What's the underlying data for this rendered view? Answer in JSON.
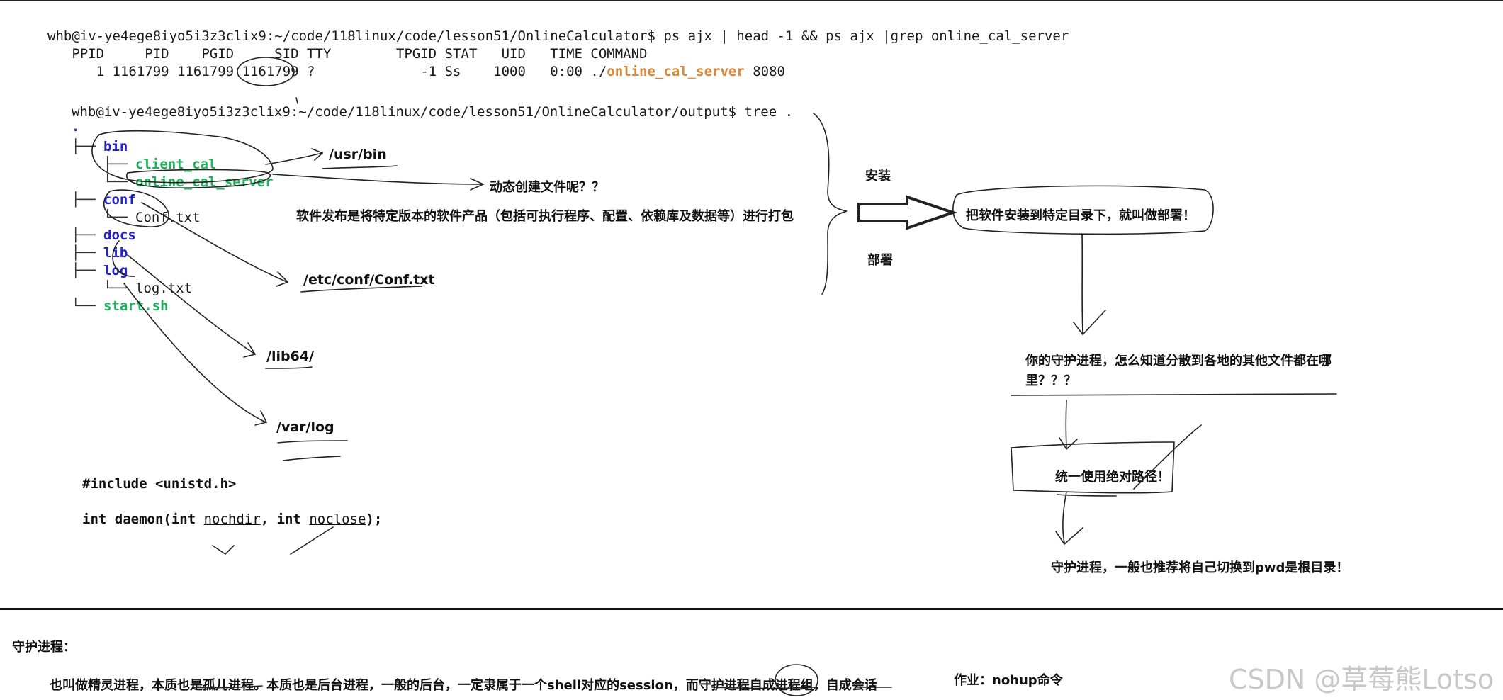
{
  "terminal": {
    "cmd1": "whb@iv-ye4ege8iyo5i3z3clix9:~/code/118linux/code/lesson51/OnlineCalculator$ ps ajx | head -1 && ps ajx |grep online_cal_server",
    "header": "   PPID     PID    PGID     SID TTY        TPGID STAT   UID   TIME COMMAND",
    "row_prefix": "      1 1161799 1161799 1161799 ?             -1 Ss    1000   0:00 ./",
    "row_proc": "online_cal_server",
    "row_suffix": " 8080",
    "cmd2": "whb@iv-ye4ege8iyo5i3z3clix9:~/code/118linux/code/lesson51/OnlineCalculator/output$ tree ."
  },
  "tree": {
    "root": ".",
    "bin": "bin",
    "client_cal": "client_cal",
    "online_cal_server": "online_cal_server",
    "conf": "conf",
    "conf_txt": "Conf.txt",
    "docs": "docs",
    "lib": "lib",
    "log": "log",
    "log_txt": "log.txt",
    "start_sh": "start.sh"
  },
  "paths": {
    "usr_bin": "/usr/bin",
    "etc_conf": "/etc/conf/Conf.txt",
    "lib64": "/lib64/",
    "var_log": "/var/log"
  },
  "notes": {
    "dynamic": "动态创建文件呢？？",
    "release": "软件发布是将特定版本的软件产品（包括可执行程序、配置、依赖库及数据等）进行打包",
    "install": "安装",
    "deploy": "部署",
    "deploy_def": "把软件安装到特定目录下，就叫做部署！",
    "question_l1": "你的守护进程，怎么知道分散到各地的其他文件都在哪",
    "question_l2": "里？？？",
    "abs_path": "统一使用绝对路径！",
    "chdir_root": "守护进程，一般也推荐将自己切换到pwd是根目录！"
  },
  "code": {
    "include": "#include <unistd.h>",
    "sig_a": "int daemon(int ",
    "nochdir": "nochdir",
    "sig_b": ", int ",
    "noclose": "noclose",
    "sig_c": ");"
  },
  "bottom": {
    "heading": "守护进程：",
    "desc": "也叫做精灵进程，本质也是孤儿进程。本质也是后台进程，一般的后台，一定隶属于一个shell对应的session，而守护进程自成进程组，自成会话",
    "homework": "作业：nohup命令"
  },
  "watermark": "CSDN @草莓熊Lotso"
}
